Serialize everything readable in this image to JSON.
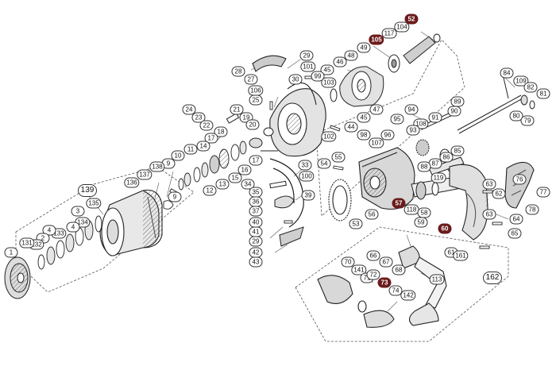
{
  "labels": [
    {
      "n": "52",
      "dark": true
    },
    {
      "n": "104"
    },
    {
      "n": "117"
    },
    {
      "n": "105",
      "dark": true
    },
    {
      "n": "49"
    },
    {
      "n": "48"
    },
    {
      "n": "46"
    },
    {
      "n": "45"
    },
    {
      "n": "29"
    },
    {
      "n": "101"
    },
    {
      "n": "28"
    },
    {
      "n": "27"
    },
    {
      "n": "30"
    },
    {
      "n": "99"
    },
    {
      "n": "103"
    },
    {
      "n": "106"
    },
    {
      "n": "25"
    },
    {
      "n": "24"
    },
    {
      "n": "23"
    },
    {
      "n": "22"
    },
    {
      "n": "21"
    },
    {
      "n": "19"
    },
    {
      "n": "20"
    },
    {
      "n": "18"
    },
    {
      "n": "17"
    },
    {
      "n": "47"
    },
    {
      "n": "45"
    },
    {
      "n": "44"
    },
    {
      "n": "102"
    },
    {
      "n": "84"
    },
    {
      "n": "109"
    },
    {
      "n": "82"
    },
    {
      "n": "81"
    },
    {
      "n": "80"
    },
    {
      "n": "79"
    },
    {
      "n": "94"
    },
    {
      "n": "95"
    },
    {
      "n": "90"
    },
    {
      "n": "89"
    },
    {
      "n": "91"
    },
    {
      "n": "108"
    },
    {
      "n": "93"
    },
    {
      "n": "98"
    },
    {
      "n": "107"
    },
    {
      "n": "96"
    },
    {
      "n": "85"
    },
    {
      "n": "86"
    },
    {
      "n": "87"
    },
    {
      "n": "88"
    },
    {
      "n": "119"
    },
    {
      "n": "11"
    },
    {
      "n": "14"
    },
    {
      "n": "10"
    },
    {
      "n": "9"
    },
    {
      "n": "12"
    },
    {
      "n": "13"
    },
    {
      "n": "15"
    },
    {
      "n": "16"
    },
    {
      "n": "17"
    },
    {
      "n": "34"
    },
    {
      "n": "35"
    },
    {
      "n": "36"
    },
    {
      "n": "37"
    },
    {
      "n": "40"
    },
    {
      "n": "41"
    },
    {
      "n": "29"
    },
    {
      "n": "42"
    },
    {
      "n": "43"
    },
    {
      "n": "33"
    },
    {
      "n": "100"
    },
    {
      "n": "39"
    },
    {
      "n": "138"
    },
    {
      "n": "137"
    },
    {
      "n": "136"
    },
    {
      "n": "9"
    },
    {
      "n": "139",
      "big": true
    },
    {
      "n": "135"
    },
    {
      "n": "3"
    },
    {
      "n": "134"
    },
    {
      "n": "4"
    },
    {
      "n": "133"
    },
    {
      "n": "4"
    },
    {
      "n": "2"
    },
    {
      "n": "132"
    },
    {
      "n": "131"
    },
    {
      "n": "1"
    },
    {
      "n": "54"
    },
    {
      "n": "55"
    },
    {
      "n": "57",
      "dark": true
    },
    {
      "n": "53"
    },
    {
      "n": "56"
    },
    {
      "n": "118"
    },
    {
      "n": "58"
    },
    {
      "n": "59"
    },
    {
      "n": "60",
      "dark": true
    },
    {
      "n": "61"
    },
    {
      "n": "161"
    },
    {
      "n": "63"
    },
    {
      "n": "62"
    },
    {
      "n": "63"
    },
    {
      "n": "76"
    },
    {
      "n": "77"
    },
    {
      "n": "78"
    },
    {
      "n": "64"
    },
    {
      "n": "65"
    },
    {
      "n": "66"
    },
    {
      "n": "67"
    },
    {
      "n": "68"
    },
    {
      "n": "70"
    },
    {
      "n": "141"
    },
    {
      "n": "71"
    },
    {
      "n": "72"
    },
    {
      "n": "73",
      "dark": true
    },
    {
      "n": "74"
    },
    {
      "n": "142"
    },
    {
      "n": "113"
    },
    {
      "n": "162",
      "big": true
    }
  ]
}
